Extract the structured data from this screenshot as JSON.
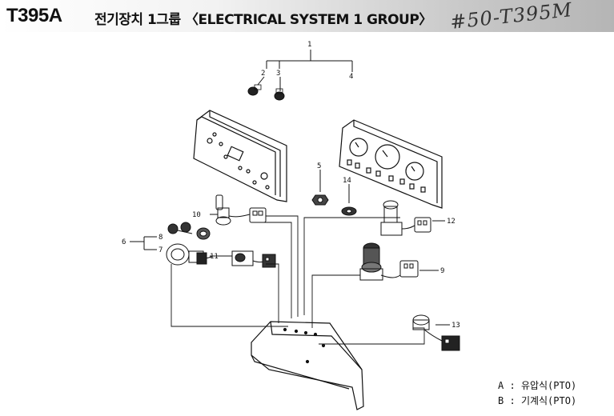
{
  "header": {
    "model": "T395A",
    "title": "전기장치 1그룹 〈ELECTRICAL SYSTEM 1 GROUP〉",
    "handwritten_note": "#50-T395M"
  },
  "callouts": [
    "1",
    "2",
    "3",
    "4",
    "5",
    "6",
    "7",
    "8",
    "9",
    "10",
    "11",
    "12",
    "13",
    "14"
  ],
  "legend": [
    {
      "key": "A",
      "sep": ":",
      "text": "유압식(PTO)"
    },
    {
      "key": "B",
      "sep": ":",
      "text": "기계식(PTO)"
    }
  ]
}
